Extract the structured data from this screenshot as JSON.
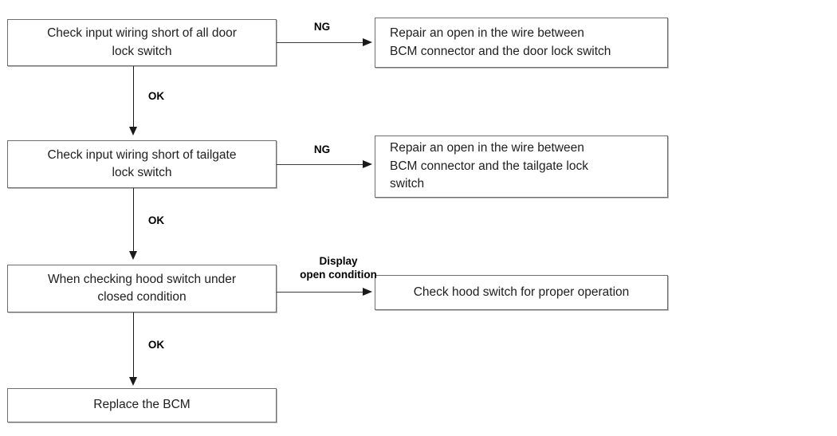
{
  "diagram": {
    "title": "BCM door/tailgate/hood switch input diagnostic flowchart",
    "background_color": "#ffffff",
    "box_border_color": "#6e6e6e",
    "line_color": "#1a1a1a",
    "text_color": "#202020"
  },
  "nodes": {
    "check_door_lock": "Check input wiring short of all door\nlock switch",
    "repair_door_lock": "Repair an open in the wire between\nBCM connector and the door lock switch",
    "check_tailgate_lock": "Check input wiring short of tailgate\nlock switch",
    "repair_tailgate_lock": "Repair an open in the wire between\nBCM connector and the tailgate lock\nswitch",
    "check_hood_closed": "When checking hood switch under\nclosed condition",
    "check_hood_operation": "Check hood switch for proper operation",
    "replace_bcm": "Replace the BCM"
  },
  "edge_labels": {
    "ng_1": "NG",
    "ng_2": "NG",
    "ok_1": "OK",
    "ok_2": "OK",
    "ok_3": "OK",
    "display_open": "Display\nopen condition"
  }
}
